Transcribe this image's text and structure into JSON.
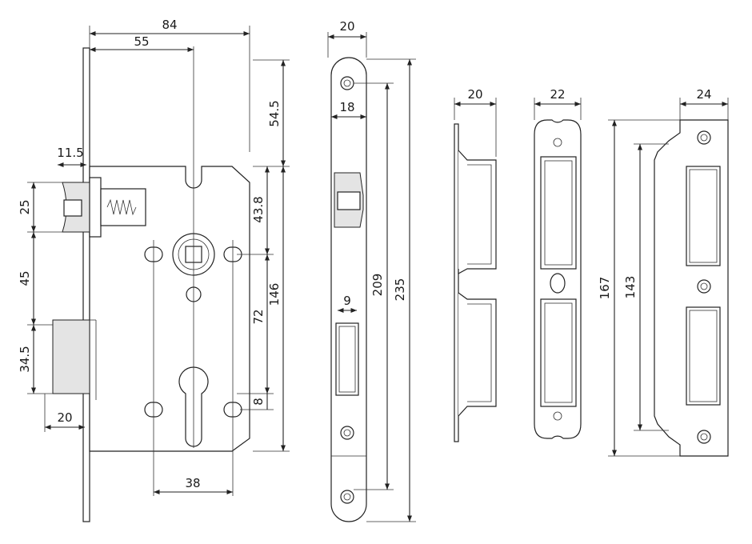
{
  "dimensions": {
    "body_width": "84",
    "backset": "55",
    "faceplate_to_body": "54.5",
    "latch_projection": "11.5",
    "latch_height": "25",
    "latch_to_bolt": "45",
    "bolt_height": "34.5",
    "bolt_projection": "20",
    "spindle_to_body_top": "43.8",
    "spindle_to_cylinder": "72",
    "body_height": "146",
    "cylinder_offset": "8",
    "fixing_centers": "38",
    "faceplate_width": "20",
    "faceplate_inner_width": "18",
    "bolt_slot_width": "9",
    "faceplate_fixing_centers": "209",
    "faceplate_height": "235",
    "strike_box_depth": "20",
    "strike_plate_width": "22",
    "strike_long_width": "24",
    "strike_long_height": "167",
    "strike_long_fixing_centers": "143"
  },
  "colors": {
    "line": "#222222",
    "shade": "#e4e4e4",
    "background": "#ffffff"
  }
}
